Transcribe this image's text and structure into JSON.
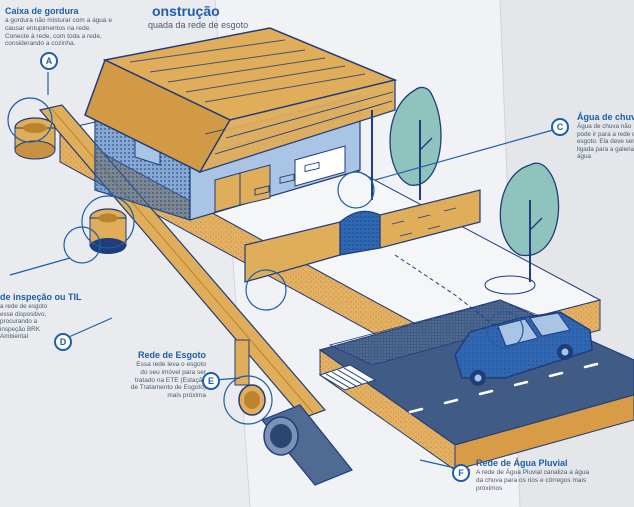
{
  "header": {
    "title_fragment": "onstrução",
    "subtitle_fragment": "quada da rede de esgoto"
  },
  "callouts": {
    "A": {
      "badge": "A",
      "title": "Caixa de gordura",
      "body": "a gordura não misturar com a água e causar entupimentos na rede. Conecte à rede, com toda a rede, considerando a cozinha."
    },
    "C": {
      "badge": "C",
      "title": "Água de chuva",
      "body": "Água de chuva não pode ir para a rede de esgoto. Ela deve ser ligada para a galeria de água"
    },
    "D": {
      "badge": "D",
      "title": "de inspeção ou TIL",
      "body": "a rede de esgoto esse dispositivo, procurando a inspeção BRK Ambiental"
    },
    "E": {
      "badge": "E",
      "title": "Rede de Esgoto",
      "body": "Essa rede leva o esgoto do seu imóvel para ser tratado na ETE (Estação de Tratamento de Esgoto) mais próxima"
    },
    "F": {
      "badge": "F",
      "title": "Rede de Água Pluvial",
      "body": "A rede de Água Pluvial canaliza a água da chuva para os rios e córregos mais próximos"
    }
  },
  "colors": {
    "paper": "#eef0f3",
    "blue": "#1d5fa8",
    "navy": "#1f3d7a",
    "tan": "#e0ad5a",
    "tan_dark": "#b8842f",
    "tree": "#8ec4bd",
    "road": "#3f5b86",
    "light_blue": "#a9c4e4"
  },
  "icons": [
    "letter-badge-icon",
    "house-illustration",
    "car-illustration",
    "tree-illustration",
    "pipe-illustration"
  ]
}
